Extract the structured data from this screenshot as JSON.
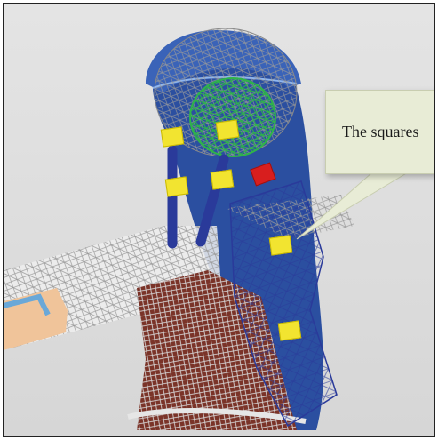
{
  "callout": {
    "text": "The squares"
  },
  "colors": {
    "background": "#dcdcdc",
    "hair": "#2b4fa0",
    "wire_body": "#9a9a9a",
    "wire_hair": "#2a3a9a",
    "wire_head": "#2fb34a",
    "handle": "#f2e430",
    "handle_selected": "#d81e1e",
    "callout_bg": "#e8ecd6",
    "dress": "#7a3328",
    "skin": "#f0c49a"
  },
  "handles": [
    {
      "name": "handle-1"
    },
    {
      "name": "handle-2"
    },
    {
      "name": "handle-3"
    },
    {
      "name": "handle-4"
    },
    {
      "name": "handle-5"
    },
    {
      "name": "handle-6"
    },
    {
      "name": "handle-selected"
    }
  ]
}
